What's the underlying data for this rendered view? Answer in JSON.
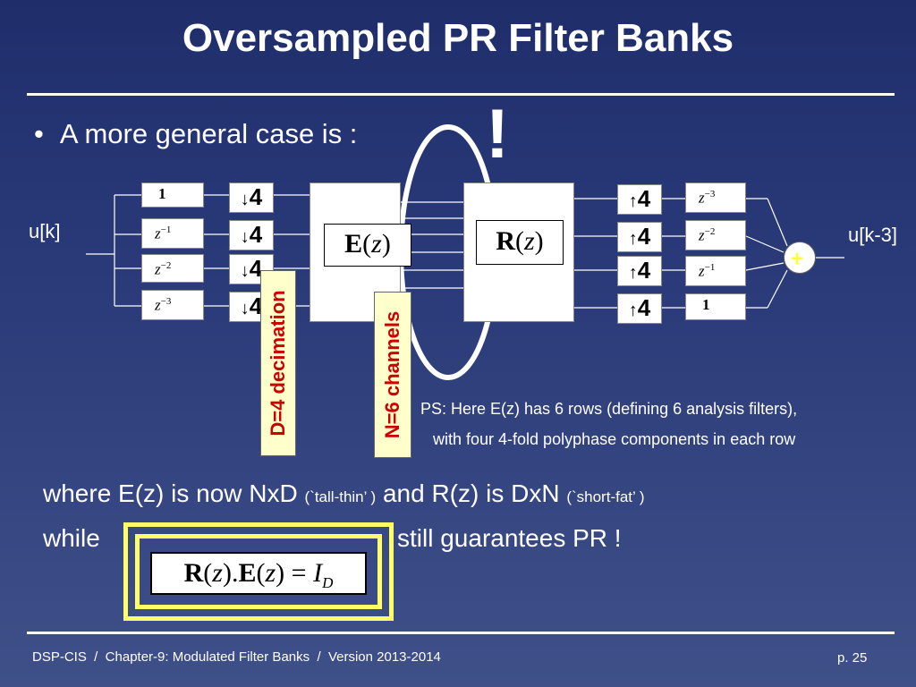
{
  "title": "Oversampled PR Filter Banks",
  "bullet": "A more general case is :",
  "exclamation": "!",
  "input_signal": "u[k]",
  "output_signal": "u[k-3]",
  "analysis_delays": [
    {
      "base": "1",
      "exp": ""
    },
    {
      "base": "z",
      "exp": "−1"
    },
    {
      "base": "z",
      "exp": "−2"
    },
    {
      "base": "z",
      "exp": "−3"
    }
  ],
  "synthesis_delays": [
    {
      "base": "z",
      "exp": "−3"
    },
    {
      "base": "z",
      "exp": "−2"
    },
    {
      "base": "z",
      "exp": "−1"
    },
    {
      "base": "1",
      "exp": ""
    }
  ],
  "decimator": {
    "arrow": "↓",
    "factor": "4"
  },
  "expander": {
    "arrow": "↑",
    "factor": "4"
  },
  "analysis_matrix": {
    "symbol": "E",
    "arg": "z"
  },
  "synthesis_matrix": {
    "symbol": "R",
    "arg": "z"
  },
  "adder": "+",
  "label_decimation": "D=4 decimation",
  "label_channels": "N=6 channels",
  "ps_line1": "PS: Here E(z) has 6 rows (defining 6 analysis filters),",
  "ps_line2": "with four 4-fold polyphase components in each row",
  "where": {
    "part1": "where E(z) is now NxD ",
    "note1": "(`tall-thin’ )",
    "part2": " and R(z) is DxN ",
    "note2": "(`short-fat’ )"
  },
  "while_text": "while",
  "guarantee_text": "still guarantees PR !",
  "equation": {
    "R": "R",
    "E": "E",
    "z": "z",
    "I": "I",
    "sub": "D"
  },
  "footer": "DSP-CIS  /  Chapter-9: Modulated Filter Banks  /  Version 2013-2014",
  "page": "p. 25",
  "colors": {
    "background": "#2c3c7a",
    "highlight_frame": "#ffff66",
    "label_text": "#cc0000",
    "label_fill": "#ffffcc"
  }
}
